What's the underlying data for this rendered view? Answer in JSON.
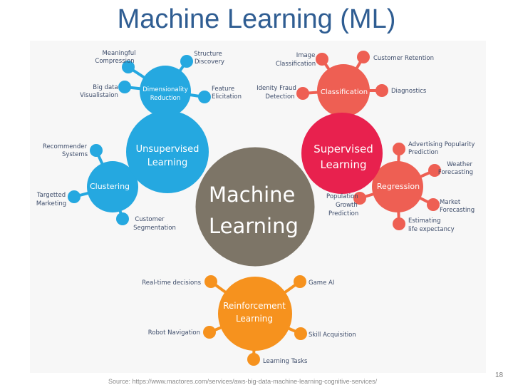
{
  "slide": {
    "title": "Machine Learning (ML)",
    "source": "Source: https://www.mactores.com/services/aws-big-data-machine-learning-cognitive-services/",
    "page_number": "18"
  },
  "colors": {
    "center": "#7d7567",
    "unsupervised": "#25a8e0",
    "supervised": "#e8214e",
    "supervised_light": "#ee5f53",
    "reinforcement": "#f6921e",
    "label_text": "#3d4c6a",
    "title": "#2f5d92"
  },
  "diagram": {
    "center": {
      "line1": "Machine",
      "line2": "Learning"
    },
    "unsupervised": {
      "line1": "Unsupervised",
      "line2": "Learning",
      "dimensionality": {
        "line1": "Dimensionality",
        "line2": "Reduction"
      },
      "clustering": "Clustering",
      "leaves": {
        "meaningful_compression": {
          "line1": "Meaningful",
          "line2": "Compression"
        },
        "structure_discovery": {
          "line1": "Structure",
          "line2": "Discovery"
        },
        "big_data_visualisation": {
          "line1": "Big data",
          "line2": "Visualistaion"
        },
        "feature_elicitation": {
          "line1": "Feature",
          "line2": "Elicitation"
        },
        "recommender_systems": {
          "line1": "Recommender",
          "line2": "Systems"
        },
        "targetted_marketing": {
          "line1": "Targetted",
          "line2": "Marketing"
        },
        "customer_segmentation": {
          "line1": "Customer",
          "line2": "Segmentation"
        }
      }
    },
    "supervised": {
      "line1": "Supervised",
      "line2": "Learning",
      "classification": "Classification",
      "regression": "Regression",
      "leaves": {
        "image_classification": {
          "line1": "Image",
          "line2": "Classification"
        },
        "customer_retention": "Customer Retention",
        "identity_fraud_detection": {
          "line1": "Idenity Fraud",
          "line2": "Detection"
        },
        "diagnostics": "Diagnostics",
        "advertising_popularity": {
          "line1": "Advertising Popularity",
          "line2": "Prediction"
        },
        "weather_forecasting": {
          "line1": "Weather",
          "line2": "Forecasting"
        },
        "population_growth": {
          "line1": "Population",
          "line2": "Growth",
          "line3": "Prediction"
        },
        "market_forecasting": {
          "line1": "Market",
          "line2": "Forecasting"
        },
        "life_expectancy": {
          "line1": "Estimating",
          "line2": "life expectancy"
        }
      }
    },
    "reinforcement": {
      "line1": "Reinforcement",
      "line2": "Learning",
      "leaves": {
        "real_time_decisions": "Real-time decisions",
        "game_ai": "Game AI",
        "robot_navigation": "Robot Navigation",
        "skill_acquisition": "Skill Acquisition",
        "learning_tasks": "Learning Tasks"
      }
    }
  }
}
